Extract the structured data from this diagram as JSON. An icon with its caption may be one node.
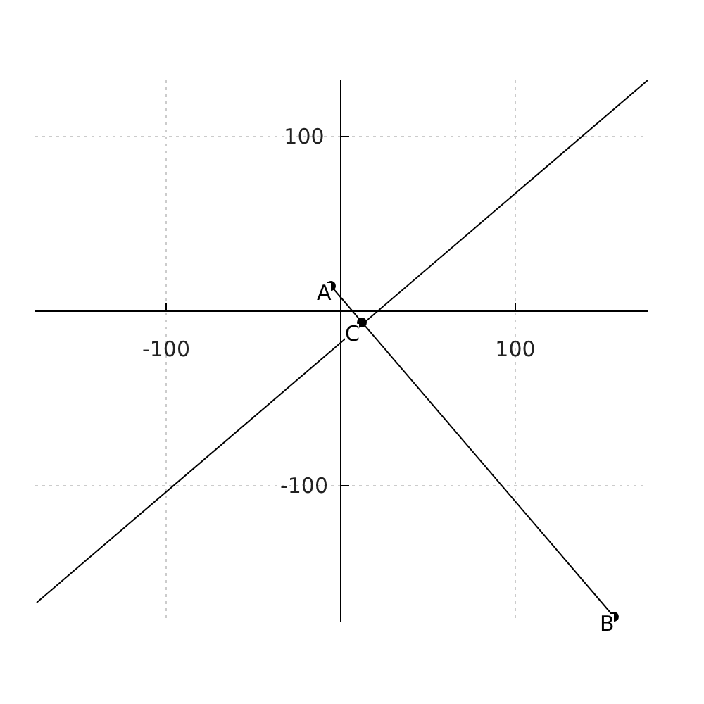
{
  "diagram": {
    "nodes": [
      {
        "text": [
          "A"
        ]
      },
      {
        "text": [
          "B"
        ]
      },
      {
        "text": [
          "C"
        ]
      }
    ],
    "edges": [
      {
        "from": 0,
        "to": 1,
        "arrow": "none"
      }
    ],
    "labels": [
      "100",
      "-100",
      "100",
      "-100"
    ]
  }
}
